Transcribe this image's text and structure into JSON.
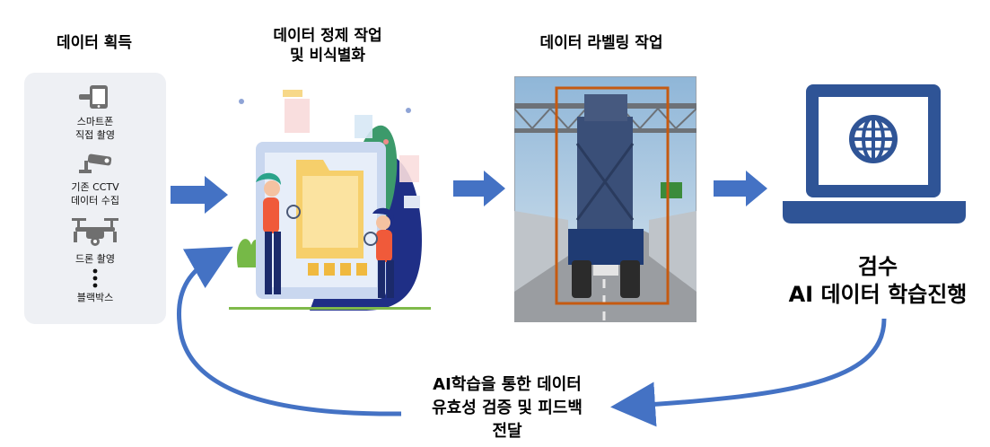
{
  "steps": {
    "acquisition": {
      "title": "데이터 획득"
    },
    "refinement": {
      "title_line1": "데이터 정제 작업",
      "title_line2": "및 비식별화"
    },
    "labeling": {
      "title": "데이터 라벨링 작업"
    }
  },
  "sources": [
    {
      "icon": "smartphone-icon",
      "label_line1": "스마트폰",
      "label_line2": "직접 촬영"
    },
    {
      "icon": "cctv-icon",
      "label_line1": "기존 CCTV",
      "label_line2": "데이터 수집"
    },
    {
      "icon": "drone-icon",
      "label_line1": "드론 촬영",
      "label_line2": ""
    },
    {
      "icon": "blackbox-icon",
      "label_line1": "블랙박스",
      "label_line2": ""
    }
  ],
  "final": {
    "line1": "검수",
    "line2": "AI 데이터 학습진행"
  },
  "feedback": {
    "line1": "AI학습을 통한 데이터",
    "line2": "유효성 검증 및 피드백",
    "line3": "전달"
  },
  "colors": {
    "arrow_blue": "#4472c4",
    "laptop_blue": "#2f5496",
    "panel_gray": "#eef0f4",
    "bbox_orange": "#c55a11"
  }
}
